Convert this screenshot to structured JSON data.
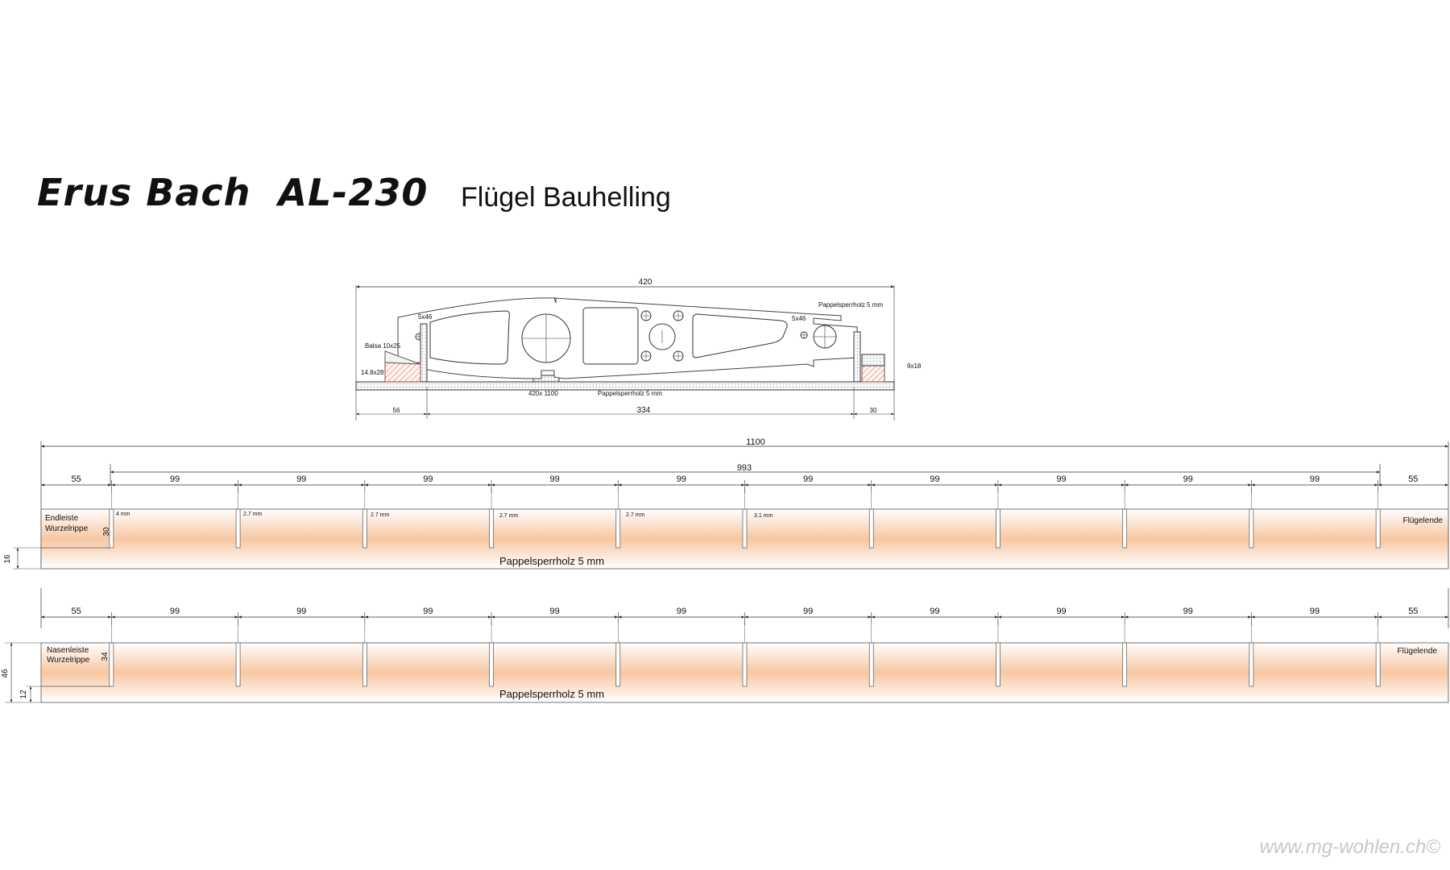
{
  "header": {
    "title": "Erus Bach  AL-230",
    "subtitle": "Flügel Bauhelling"
  },
  "watermark": "www.mg-wohlen.ch©",
  "section": {
    "overall_width": "420",
    "material": "Pappelsperrholz  5 mm",
    "material_bottom": "Pappelsperrholz  5 mm",
    "base_size": "420x 1100",
    "balsa": "Balsa 10x25",
    "block_left": "14.8x28",
    "spar_left": "5x46",
    "spar_right": "5x46",
    "block_right": "9x18",
    "dims": [
      "56",
      "334",
      "30"
    ]
  },
  "overall_span": "1100",
  "inner_span": "993",
  "bay_labels": [
    "55",
    "99",
    "99",
    "99",
    "99",
    "99",
    "99",
    "99",
    "99",
    "99",
    "99",
    "55"
  ],
  "strip_top": {
    "left_label_1": "Endleiste",
    "left_label_2": "Wurzelrippe",
    "right_label": "Flügelende",
    "material": "Pappelsperrholz  5 mm",
    "height_inner": "30",
    "height_left": "16",
    "slot_notes": [
      "4 mm",
      "2.7 mm",
      "2.7 mm",
      "2.7 mm",
      "2.7 mm",
      "3.1 mm"
    ]
  },
  "strip_bottom": {
    "left_label_1": "Nasenleiste",
    "left_label_2": "Wurzelrippe",
    "right_label": "Flügelende",
    "material": "Pappelsperrholz  5 mm",
    "height_inner": "34",
    "height_total": "46",
    "height_left": "12"
  },
  "colors": {
    "wood_edge": "#ffffff",
    "wood_center": "#f7c7a2",
    "line": "#333333"
  }
}
